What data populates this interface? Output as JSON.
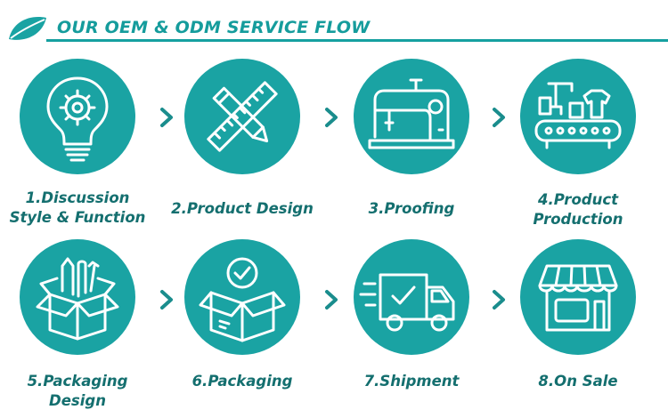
{
  "header": {
    "title": "OUR OEM & ODM SERVICE FLOW",
    "accent_color": "#1aa3a3",
    "icon": "leaf-icon"
  },
  "steps": [
    {
      "line1": "1.Discussion",
      "line2": "Style & Function",
      "icon": "lightbulb-gear-icon"
    },
    {
      "line1": "2.Product Design",
      "line2": "",
      "icon": "ruler-pencil-icon"
    },
    {
      "line1": "3.Proofing",
      "line2": "",
      "icon": "sewing-machine-icon"
    },
    {
      "line1": "4.Product",
      "line2": "Production",
      "icon": "factory-conveyor-icon"
    },
    {
      "line1": "5.Packaging",
      "line2": "Design",
      "icon": "open-box-tools-icon"
    },
    {
      "line1": "6.Packaging",
      "line2": "",
      "icon": "box-check-icon"
    },
    {
      "line1": "7.Shipment",
      "line2": "",
      "icon": "delivery-truck-icon"
    },
    {
      "line1": "8.On Sale",
      "line2": "",
      "icon": "storefront-icon"
    }
  ],
  "arrow_icon": "chevron-right-icon"
}
